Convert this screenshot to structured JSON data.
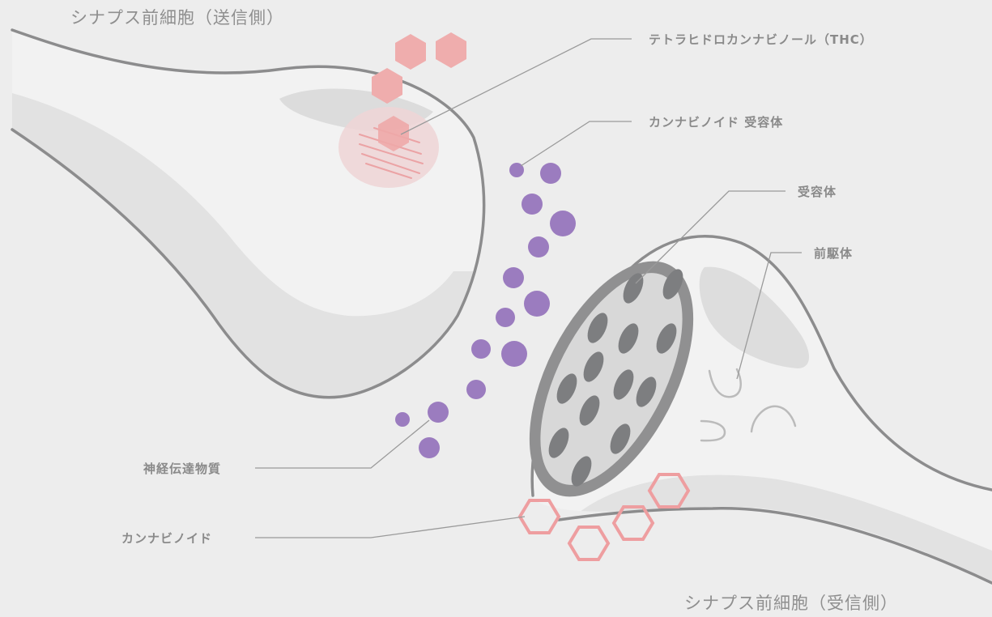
{
  "diagram": {
    "title_pre": "シナプス前細胞（送信側）",
    "title_post": "シナプス前細胞（受信側）",
    "labels": {
      "thc": "テトラヒドロカンナビノール（THC）",
      "cb_receptor": "カンナビノイド 受容体",
      "receptor": "受容体",
      "precursor": "前駆体",
      "neurotransmitter": "神経伝達物質",
      "cannabinoid": "カンナビノイド"
    },
    "colors": {
      "background": "#ededed",
      "membrane": "#8c8c8d",
      "cell_fill": "#f1f1f1",
      "inner_band": "#e1e1e1",
      "neurotransmitter": "#9b7cbf",
      "thc": "#efaaaa",
      "cannabinoid_outline": "#ee9ea0",
      "receptor_plate": "#8f8f90",
      "receptor_channel": "#7d7e80",
      "leader_line": "#9a9a9a",
      "label_text": "#8a8a8a"
    }
  }
}
